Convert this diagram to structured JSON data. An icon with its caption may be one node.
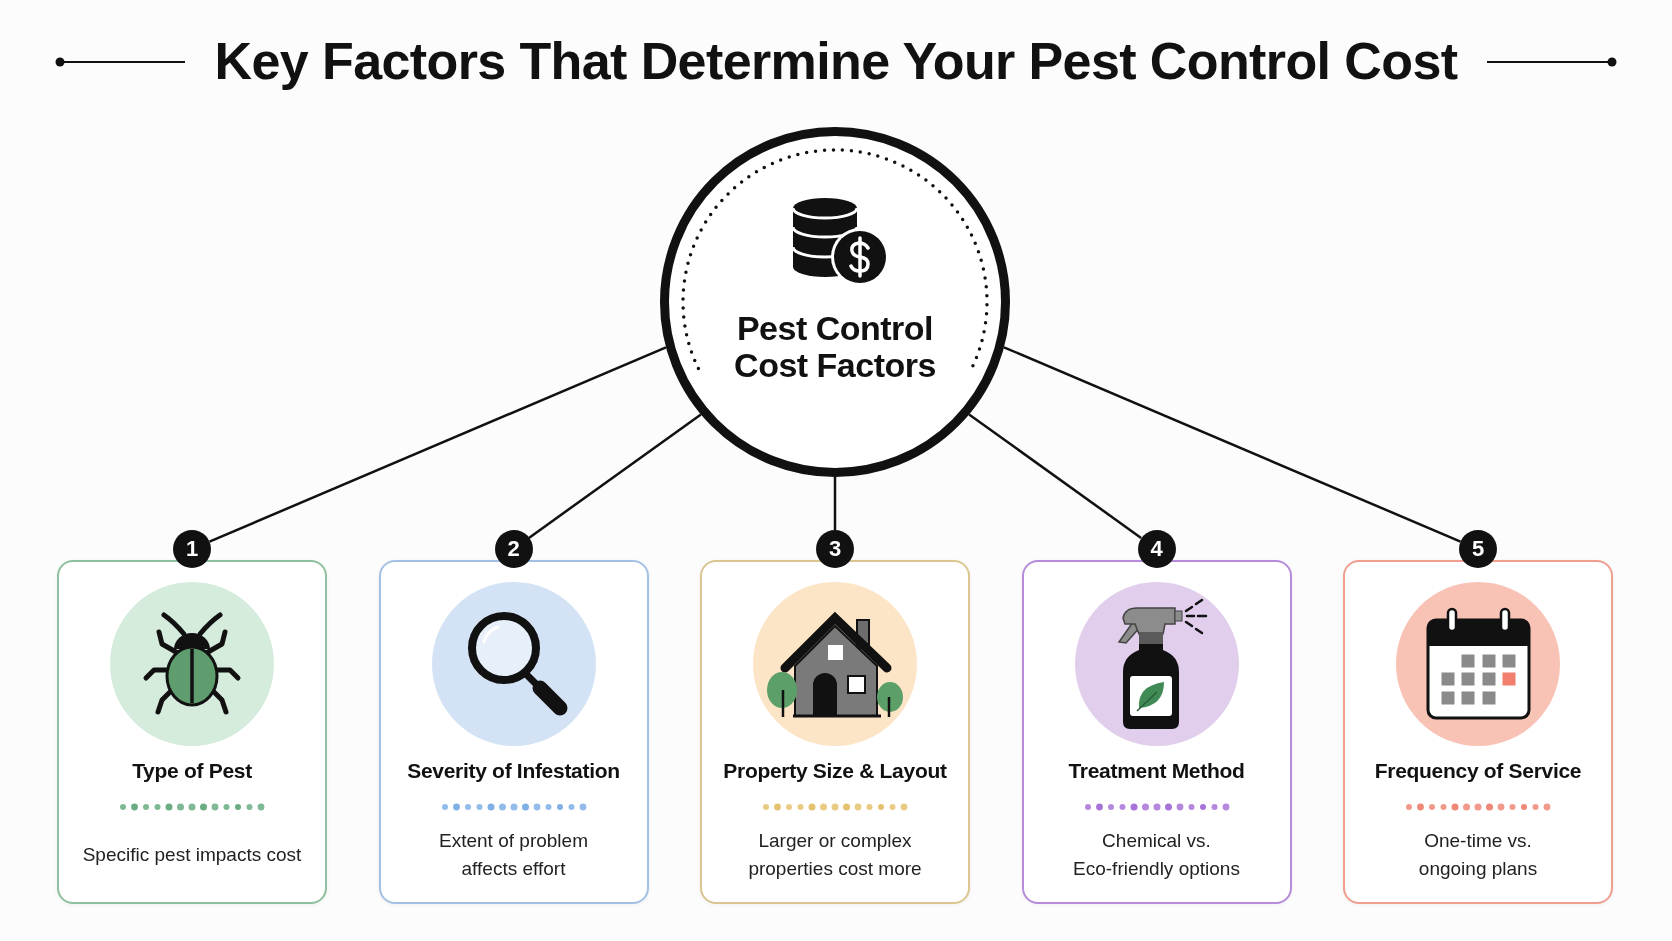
{
  "diagram": {
    "title": "Key Factors That Determine Your Pest Control Cost",
    "nodes": [
      {
        "text": [
          "Pest Control Cost Factors"
        ]
      },
      {
        "text": [
          "1"
        ]
      },
      {
        "text": [
          "Type of Pest",
          "Specific pest impacts cost"
        ]
      },
      {
        "text": [
          "2"
        ]
      },
      {
        "text": [
          "Severity of Infestation",
          "Extent of problem affects effort"
        ]
      },
      {
        "text": [
          "3"
        ]
      },
      {
        "text": [
          "Property Size & Layout",
          "Larger or complex properties cost more"
        ]
      },
      {
        "text": [
          "4"
        ]
      },
      {
        "text": [
          "Treatment Method",
          "Chemical vs. Eco-friendly options"
        ]
      },
      {
        "text": [
          "5"
        ]
      },
      {
        "text": [
          "Frequency of Service",
          "One-time vs. ongoing plans"
        ]
      }
    ],
    "edges": [
      {
        "from": 0,
        "to": 1,
        "arrow": "none"
      },
      {
        "from": 0,
        "to": 3,
        "arrow": "none"
      },
      {
        "from": 0,
        "to": 5,
        "arrow": "none"
      },
      {
        "from": 0,
        "to": 7,
        "arrow": "none"
      },
      {
        "from": 0,
        "to": 9,
        "arrow": "none"
      }
    ]
  }
}
